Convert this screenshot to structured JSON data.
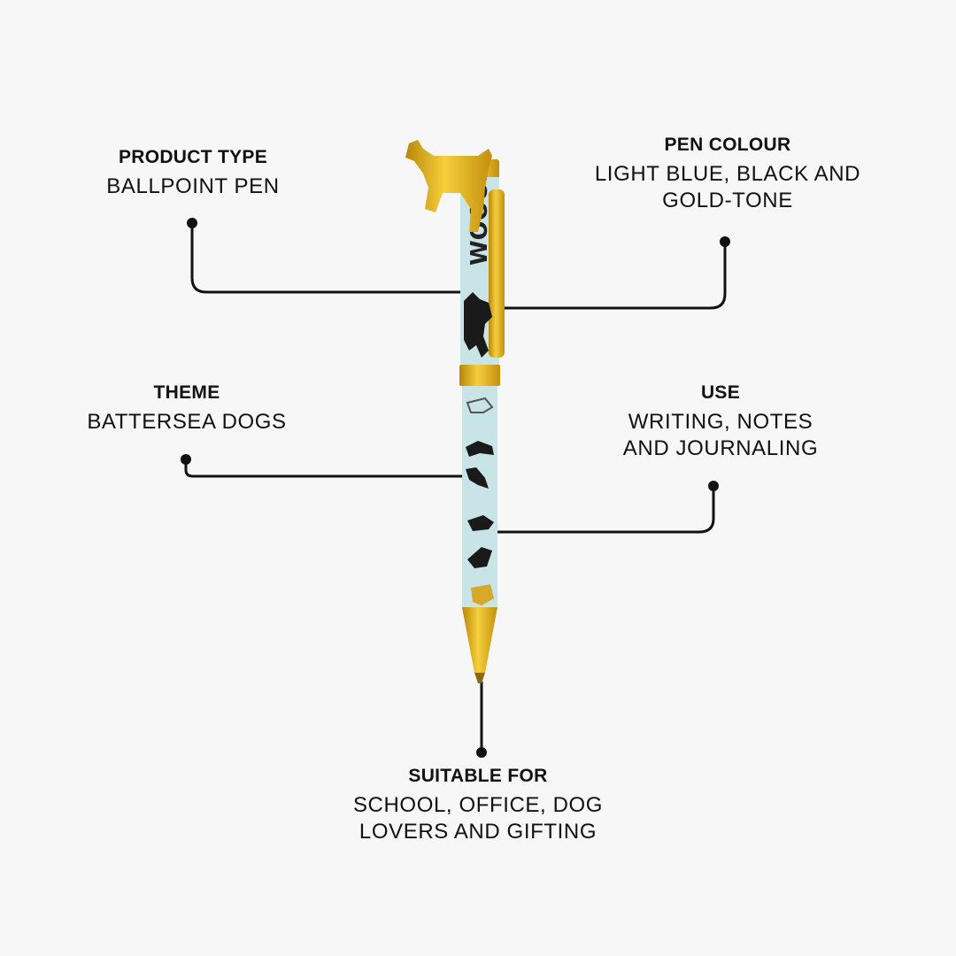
{
  "specs": {
    "product_type": {
      "heading": "PRODUCT TYPE",
      "value": "BALLPOINT PEN"
    },
    "pen_colour": {
      "heading": "PEN COLOUR",
      "value_line1": "LIGHT BLUE, BLACK AND",
      "value_line2": "GOLD-TONE"
    },
    "theme": {
      "heading": "THEME",
      "value": "BATTERSEA DOGS"
    },
    "use": {
      "heading": "USE",
      "value_line1": "WRITING, NOTES",
      "value_line2": "AND JOURNALING"
    },
    "suitable_for": {
      "heading": "SUITABLE FOR",
      "value_line1": "SCHOOL, OFFICE, DOG",
      "value_line2": "LOVERS AND GIFTING"
    }
  },
  "pen": {
    "barrel_text": "WOOOF"
  },
  "colors": {
    "background": "#f7f7f7",
    "barrel": "#c9e4e6",
    "gold": "#e8b21a",
    "ink": "#111111"
  }
}
